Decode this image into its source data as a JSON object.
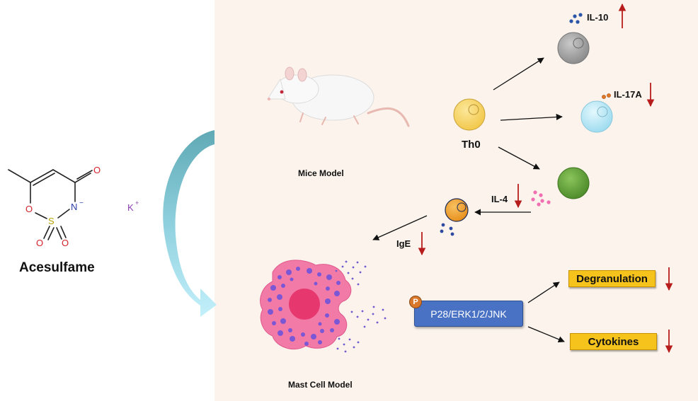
{
  "compound": {
    "name": "Acesulfame",
    "counter_ion": "K",
    "counter_ion_charge": "+",
    "atoms": {
      "o_carbonyl": "O",
      "n": "N",
      "n_charge": "−",
      "o_ring": "O",
      "s": "S",
      "o_sulfonyl_left": "O",
      "o_sulfonyl_right": "O"
    }
  },
  "models": {
    "mice": "Mice Model",
    "mast_cell": "Mast Cell Model"
  },
  "cells": {
    "th0": "Th0"
  },
  "cytokines": {
    "il10": "IL-10",
    "il17a": "IL-17A",
    "il4": "IL-4",
    "ige": "IgE"
  },
  "pathway": {
    "label": "P28/ERK1/2/JNK",
    "phospho": "P"
  },
  "outcomes": {
    "degranulation": "Degranulation",
    "cytokines": "Cytokines"
  },
  "colors": {
    "panel_bg": "#fbf3ec",
    "th0_cell": "#f7d667",
    "il10_cell": "#9e9e9e",
    "il17a_cell": "#bfe9f7",
    "th2_cell": "#69a83c",
    "ige_cell": "#f1a33a",
    "mast_cell": "#f27aa6",
    "mast_nucleus": "#e6386f",
    "granule": "#7b57d6",
    "arrow_down": "#b71c1c",
    "pathway_box": "#4a72c4",
    "outcome_box": "#f6c21c",
    "curve_arrow": "#7fd3e8"
  }
}
